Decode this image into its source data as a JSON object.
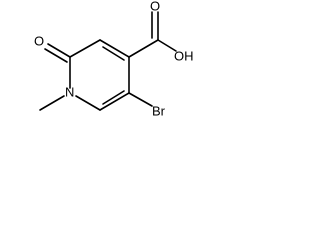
{
  "molecule": {
    "labels": {
      "ring_oxygen": "O",
      "nitrogen": "N",
      "bromine": "Br",
      "carboxyl_oxygen": "O",
      "hydroxyl": "OH"
    }
  },
  "colors": {
    "bond": "#000000",
    "text": "#000000",
    "background": "#ffffff"
  }
}
